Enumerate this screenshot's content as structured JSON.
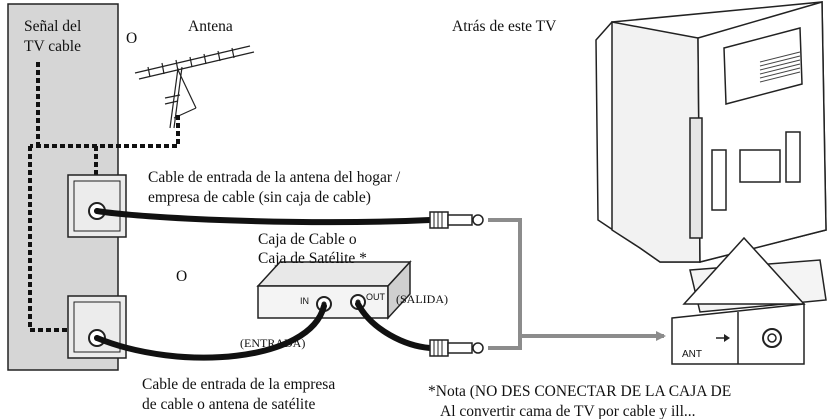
{
  "labels": {
    "signal_line1": "Señal del",
    "signal_line2": "TV cable",
    "or_top": "O",
    "antenna": "Antena",
    "back_of_tv": "Atrás de este TV",
    "home_cable_line1": "Cable de entrada de la antena del hogar /",
    "home_cable_line2": "empresa de cable (sin caja de cable)",
    "box_line1": "Caja de Cable o",
    "box_line2": "Caja de Satélite *",
    "or_middle": "O",
    "salida": "(SALIDA)",
    "entrada": "(ENTRADA)",
    "port_in": "IN",
    "port_out": "OUT",
    "ant_jack": "ANT",
    "company_cable_line1": "Cable de entrada de la empresa",
    "company_cable_line2": "de cable o antena de satélite",
    "note_line1": "*Nota (NO DES CONECTAR DE LA CAJA DE",
    "note_line2": "Al convertir cama de TV por cable y ill..."
  },
  "colors": {
    "wall_panel": "#d6d6d6",
    "cable": "#111111",
    "arrow_line": "#8c8c8c"
  }
}
